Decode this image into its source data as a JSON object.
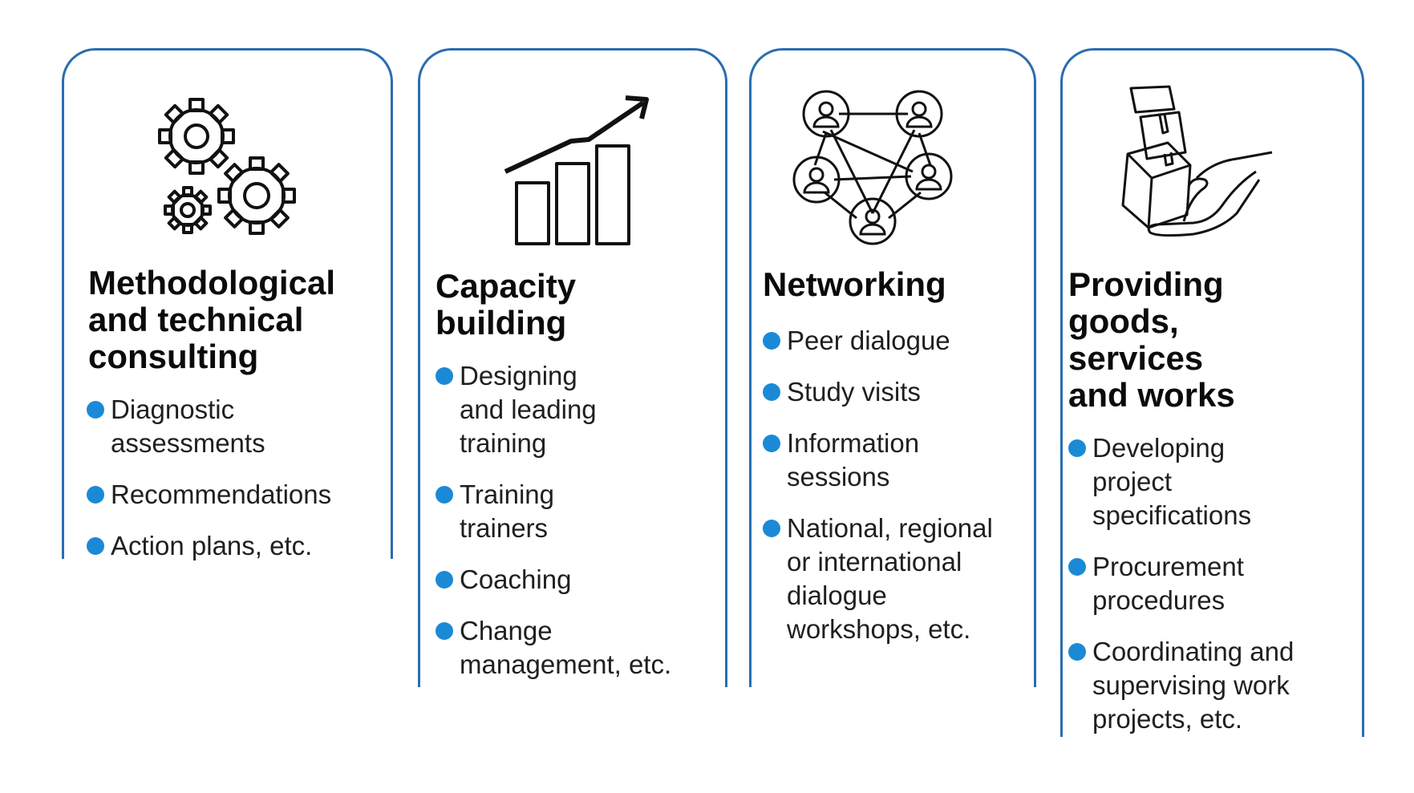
{
  "colors": {
    "border": "#2a6db0",
    "bullet": "#1b8ad6",
    "text": "#111111"
  },
  "cards": [
    {
      "icon": "gears-icon",
      "title": "Methodological and technical consulting",
      "items": [
        "Diagnostic assessments",
        "Recommendations",
        "Action plans, etc."
      ]
    },
    {
      "icon": "growth-chart-icon",
      "title": "Capacity building",
      "items": [
        "Designing and leading training",
        "Training trainers",
        "Coaching",
        "Change management, etc."
      ]
    },
    {
      "icon": "people-network-icon",
      "title": "Networking",
      "items": [
        "Peer dialogue",
        "Study visits",
        "Information sessions",
        "National, regional or international dialogue workshops, etc."
      ]
    },
    {
      "icon": "boxes-hand-icon",
      "title": "Providing goods, services and works",
      "items": [
        "Developing project specifications",
        "Procurement procedures",
        "Coordinating and supervising work projects, etc."
      ]
    }
  ]
}
